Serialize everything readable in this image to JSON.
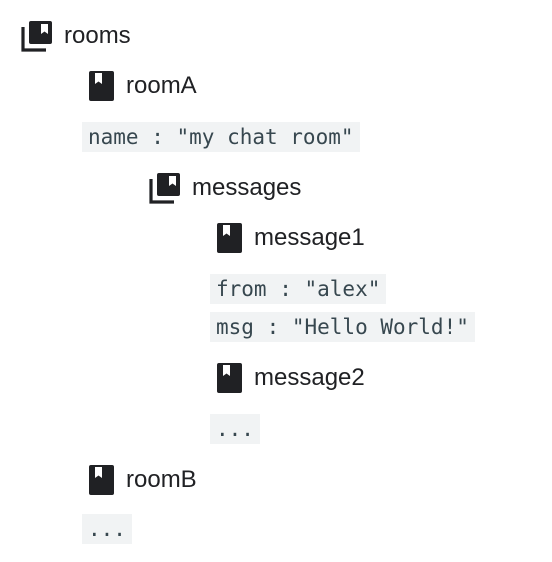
{
  "icons": {
    "collection": "collection-icon",
    "document": "document-icon"
  },
  "colors": {
    "icon": "#202124",
    "field_background": "#f1f3f4",
    "field_text": "#37474f",
    "label_text": "#202124"
  },
  "tree": {
    "rooms": {
      "label": "rooms"
    },
    "roomA": {
      "label": "roomA",
      "field_name": "name : \"my chat room\""
    },
    "messages": {
      "label": "messages"
    },
    "message1": {
      "label": "message1",
      "field_from": "from : \"alex\"",
      "field_msg": "msg : \"Hello World!\""
    },
    "message2": {
      "label": "message2",
      "ellipsis": "..."
    },
    "roomB": {
      "label": "roomB",
      "ellipsis": "..."
    }
  }
}
